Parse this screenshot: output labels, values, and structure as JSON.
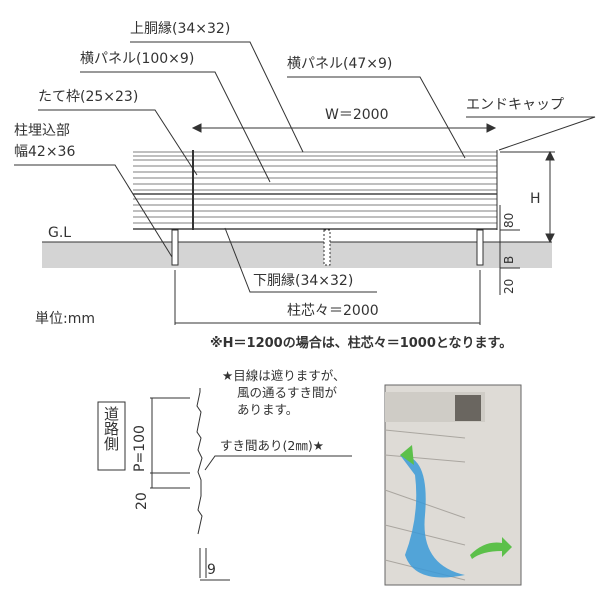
{
  "labels": {
    "top_rail": "上胴縁(34×32)",
    "panel_100": "横パネル(100×9)",
    "panel_47": "横パネル(47×9)",
    "vertical_frame": "たて枠(25×23)",
    "end_cap": "エンドキャップ",
    "post_embed_1": "柱埋込部",
    "post_embed_2": "幅42×36",
    "bottom_rail": "下胴縁(34×32)",
    "ground_level": "G.L",
    "unit": "単位:mm",
    "width": "W＝2000",
    "post_pitch": "柱芯々＝2000",
    "height": "H",
    "dim_80": "80",
    "dim_b": "B",
    "dim_20": "20",
    "note": "※H＝1200の場合は、柱芯々＝1000となります。"
  },
  "section": {
    "road_side": "道路側",
    "pitch": "P=100",
    "dim_20": "20",
    "dim_9": "9",
    "note_line1": "★目線は遮りますが、",
    "note_line2": "風の通るすき間が",
    "note_line3": "あります。",
    "gap": "すき間あり(2㎜)★"
  }
}
